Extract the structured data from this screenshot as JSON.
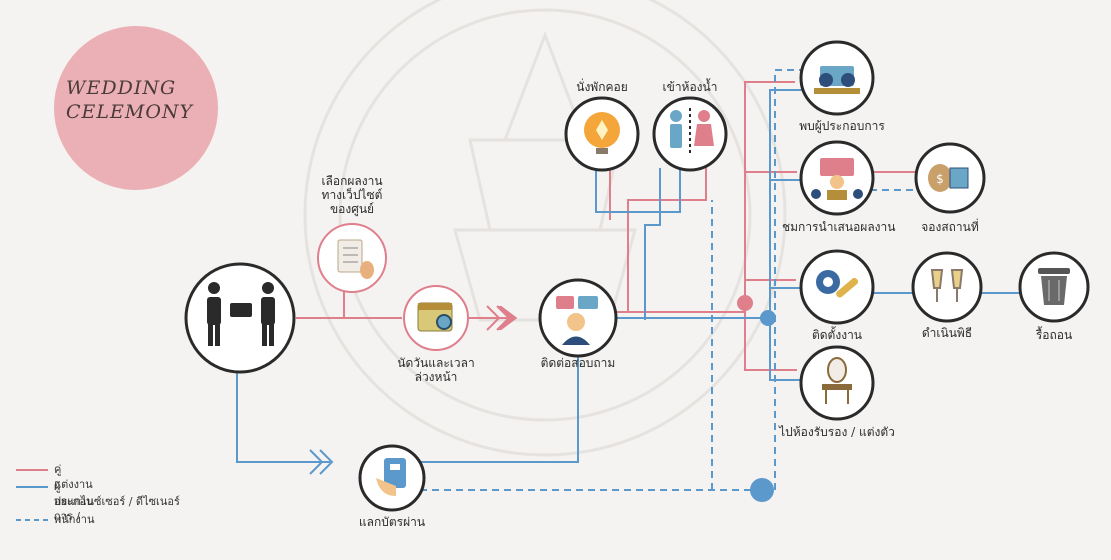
{
  "badge": {
    "line1": "WEDDING",
    "line2": "CELEMONY"
  },
  "nodes": {
    "couple": {
      "icon": "handshake-icon"
    },
    "browse": {
      "label": [
        "เลือกผลงาน",
        "ทางเว็ปไซต์",
        "ของศูนย์"
      ],
      "icon": "checklist-icon"
    },
    "appointment": {
      "label": [
        "นัดวันและเวลา",
        "ล่วงหน้า"
      ],
      "icon": "calendar-icon"
    },
    "inquiry": {
      "label": [
        "ติดต่อสอบถาม"
      ],
      "icon": "consultation-icon"
    },
    "lounge": {
      "label": [
        "นั่งพักคอย"
      ],
      "icon": "lightbulb-icon"
    },
    "restroom": {
      "label": [
        "เข้าห้องน้ำ"
      ],
      "icon": "restroom-icon"
    },
    "meet": {
      "label": [
        "พบผู้ประกอบการ"
      ],
      "icon": "meeting-icon"
    },
    "present": {
      "label": [
        "ชมการนำเสนอผลงาน"
      ],
      "icon": "presentation-icon"
    },
    "booking": {
      "label": [
        "จองสถานที่"
      ],
      "icon": "payment-icon"
    },
    "setup": {
      "label": [
        "ติดตั้งงาน"
      ],
      "icon": "tools-icon"
    },
    "dressing": {
      "label": [
        "ไปห้องรับรอง / แต่งตัว"
      ],
      "icon": "vanity-icon"
    },
    "ceremony": {
      "label": [
        "ดำเนินพิธี"
      ],
      "icon": "champagne-icon"
    },
    "teardown": {
      "label": [
        "รื้อถอน"
      ],
      "icon": "trash-icon"
    },
    "pass": {
      "label": [
        "แลกบัตรผ่าน"
      ],
      "icon": "keycard-icon"
    }
  },
  "legend": {
    "couple": "คู่แต่งงาน",
    "vendor": [
      "ผู้ประกอบการ /",
      "ออแกไนซ์เซอร์ / ดีไซเนอร์"
    ],
    "staff": "พนักงาน"
  },
  "colors": {
    "couple": "#e07f8c",
    "vendor": "#5b98cc",
    "staff": "#5b98cc",
    "badge": "#e8a3ab",
    "ring": "#2a2a2a",
    "ring_alt": "#e07f8c"
  }
}
